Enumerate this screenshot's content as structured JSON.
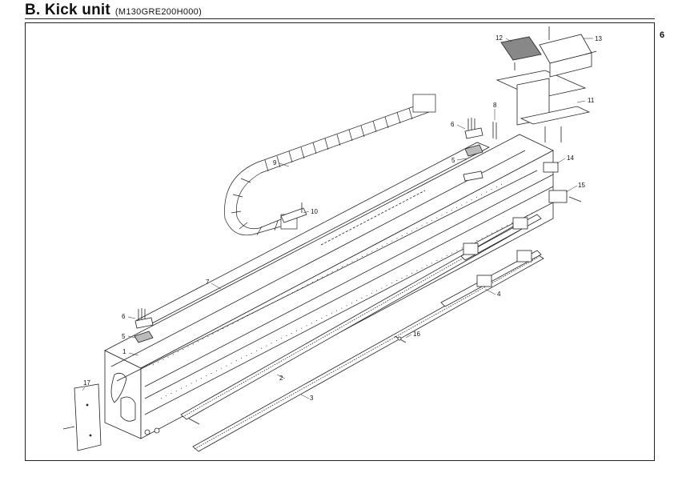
{
  "header": {
    "title": "B. Kick unit",
    "model": "(M130GRE200H000)",
    "page_number": "6"
  },
  "callouts": {
    "c1": "1",
    "c2": "2",
    "c3": "3",
    "c4": "4",
    "c5a": "5",
    "c5b": "5",
    "c6a": "6",
    "c6b": "6",
    "c7": "7",
    "c8": "8",
    "c9": "9",
    "c10": "10",
    "c11": "11",
    "c12": "12",
    "c13": "13",
    "c14": "14",
    "c15": "15",
    "c16": "16",
    "c17": "17"
  }
}
